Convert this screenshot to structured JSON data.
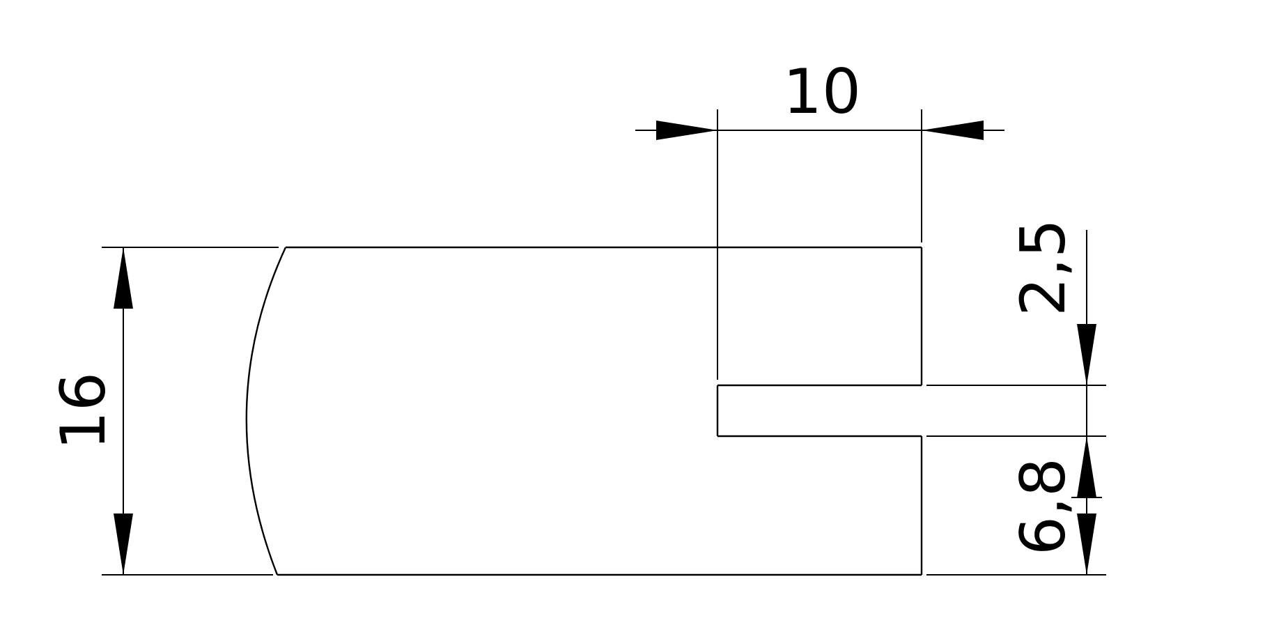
{
  "drawing": {
    "line_color": "#000000",
    "background": "#ffffff"
  },
  "dimensions": {
    "width_top": "10",
    "height_total": "16",
    "slot_offset": "2,5",
    "slot_bottom": "6,8"
  }
}
